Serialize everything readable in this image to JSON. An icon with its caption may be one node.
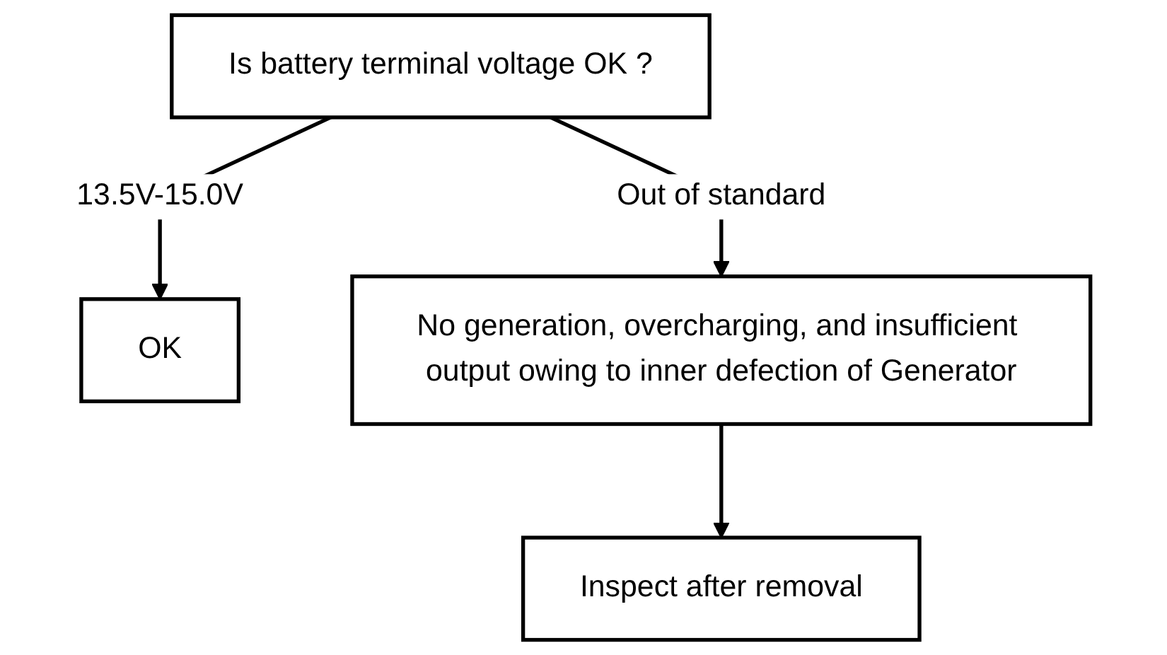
{
  "diagram": {
    "nodes": [
      {
        "text": [
          "Is battery terminal voltage OK ?"
        ]
      },
      {
        "text": [
          "OK"
        ]
      },
      {
        "text": [
          "No generation, overcharging, and insufficient output owing to inner defection of Generator"
        ]
      },
      {
        "text": [
          "Inspect after removal"
        ]
      }
    ],
    "edges": [
      {
        "from": 0,
        "to": 1,
        "arrow": "to",
        "label": "13.5V-15.0V"
      },
      {
        "from": 0,
        "to": 2,
        "arrow": "to",
        "label": "Out of standard"
      },
      {
        "from": 2,
        "to": 3,
        "arrow": "to"
      }
    ]
  }
}
